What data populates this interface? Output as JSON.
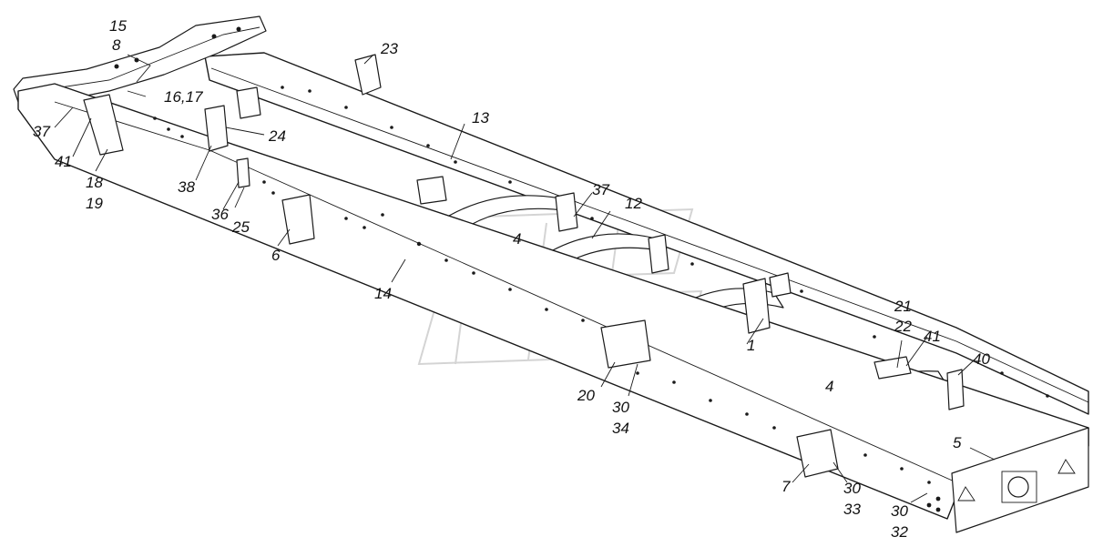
{
  "figure": {
    "subject": "truck chassis frame assembly",
    "labels": [
      {
        "id": "l15",
        "text": "15"
      },
      {
        "id": "l8",
        "text": "8"
      },
      {
        "id": "l23",
        "text": "23"
      },
      {
        "id": "l1617",
        "text": "16,17"
      },
      {
        "id": "l37a",
        "text": "37"
      },
      {
        "id": "l41a",
        "text": "41"
      },
      {
        "id": "l18",
        "text": "18"
      },
      {
        "id": "l19",
        "text": "19"
      },
      {
        "id": "l24",
        "text": "24"
      },
      {
        "id": "l13",
        "text": "13"
      },
      {
        "id": "l38",
        "text": "38"
      },
      {
        "id": "l36",
        "text": "36"
      },
      {
        "id": "l25",
        "text": "25"
      },
      {
        "id": "l6",
        "text": "6"
      },
      {
        "id": "l37b",
        "text": "37"
      },
      {
        "id": "l12",
        "text": "12"
      },
      {
        "id": "l4a",
        "text": "4"
      },
      {
        "id": "l14",
        "text": "14"
      },
      {
        "id": "l1",
        "text": "1"
      },
      {
        "id": "l21",
        "text": "21"
      },
      {
        "id": "l22",
        "text": "22"
      },
      {
        "id": "l41b",
        "text": "41"
      },
      {
        "id": "l40",
        "text": "40"
      },
      {
        "id": "l4b",
        "text": "4"
      },
      {
        "id": "l20",
        "text": "20"
      },
      {
        "id": "l30a",
        "text": "30"
      },
      {
        "id": "l34",
        "text": "34"
      },
      {
        "id": "l5",
        "text": "5"
      },
      {
        "id": "l7",
        "text": "7"
      },
      {
        "id": "l30b",
        "text": "30"
      },
      {
        "id": "l33",
        "text": "33"
      },
      {
        "id": "l30c",
        "text": "30"
      },
      {
        "id": "l32",
        "text": "32"
      }
    ]
  }
}
